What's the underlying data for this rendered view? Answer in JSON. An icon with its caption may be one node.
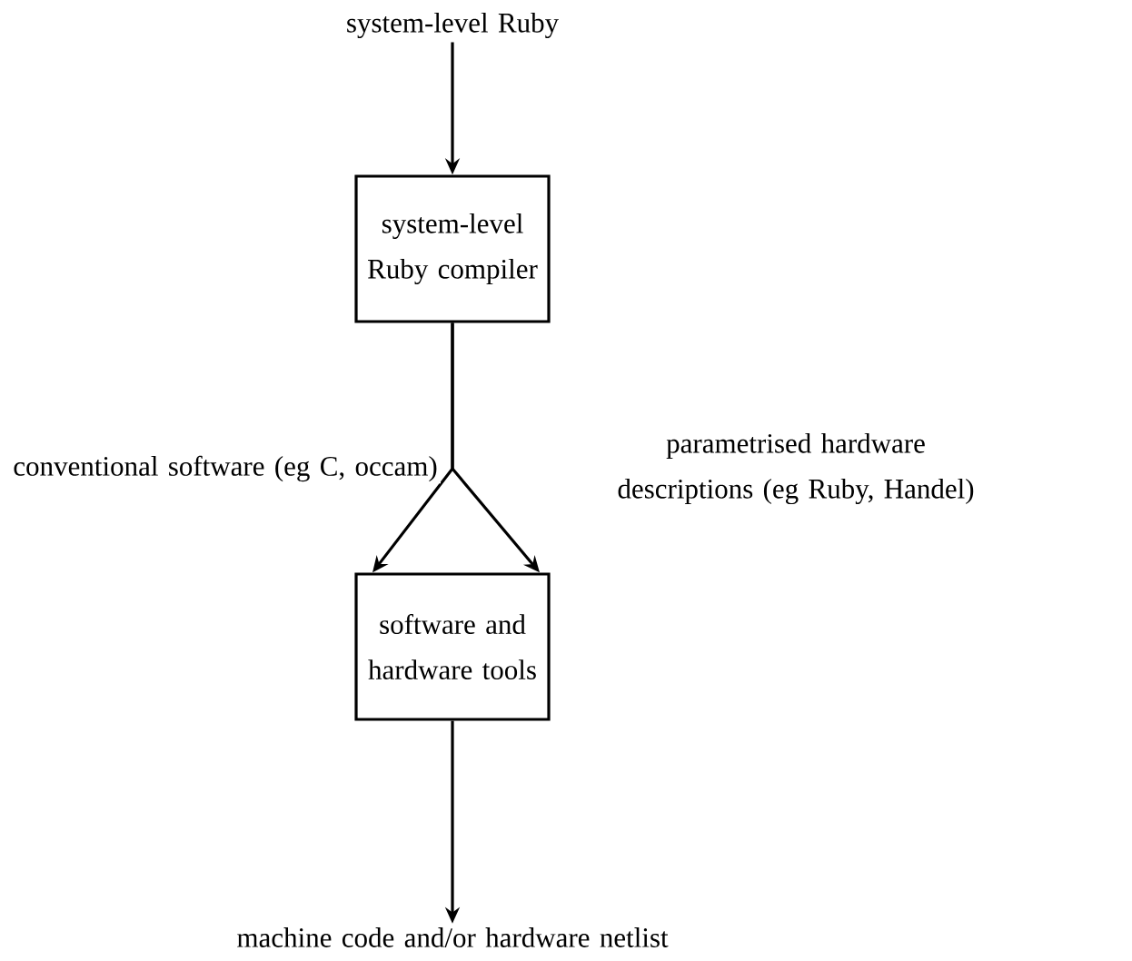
{
  "diagram": {
    "nodes": [
      {
        "text": [
          "system-level Ruby"
        ]
      },
      {
        "text": [
          "system-level Ruby compiler"
        ]
      },
      {
        "text": [
          "software and hardware tools"
        ]
      },
      {
        "text": [
          "machine code and/or hardware netlist"
        ]
      }
    ],
    "edges": [
      {
        "from": 0,
        "to": 1,
        "arrow": "to"
      },
      {
        "from": 1,
        "to": 2,
        "arrow": "to",
        "label": "conventional software (eg C, occam)"
      },
      {
        "from": 1,
        "to": 2,
        "arrow": "to",
        "label": "parametrised hardware descriptions (eg Ruby, Handel)"
      },
      {
        "from": 2,
        "to": 3,
        "arrow": "to"
      }
    ]
  }
}
